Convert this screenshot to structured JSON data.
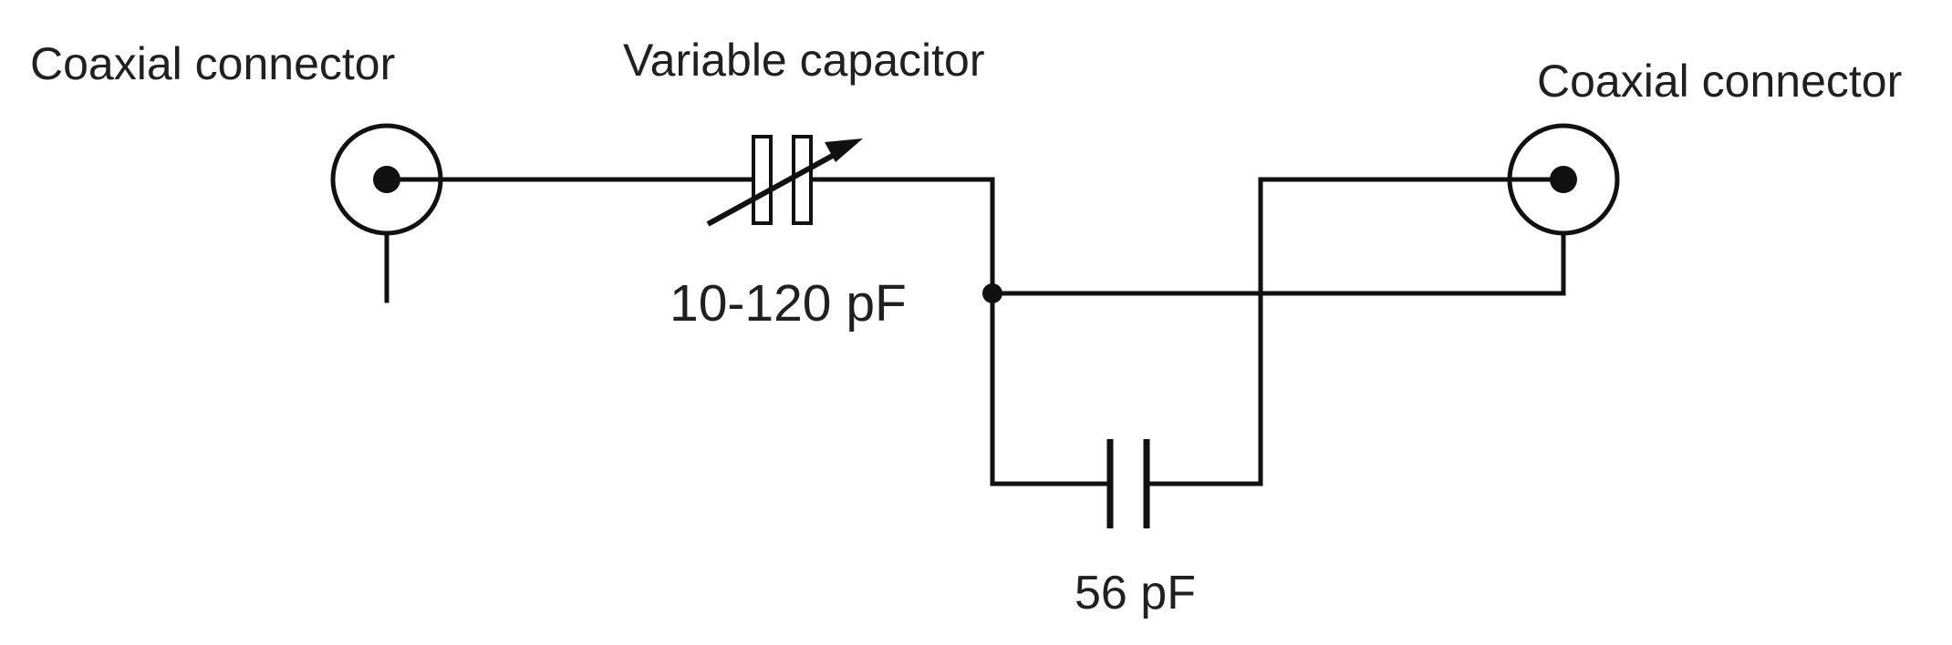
{
  "labels": {
    "left_connector": "Coaxial connector",
    "variable_capacitor": "Variable capacitor",
    "right_connector": "Coaxial connector",
    "variable_capacitor_value": "10-120 pF",
    "fixed_capacitor_value": "56 pF"
  },
  "colors": {
    "line": "#111111",
    "text": "#231f20",
    "background": "#ffffff"
  }
}
